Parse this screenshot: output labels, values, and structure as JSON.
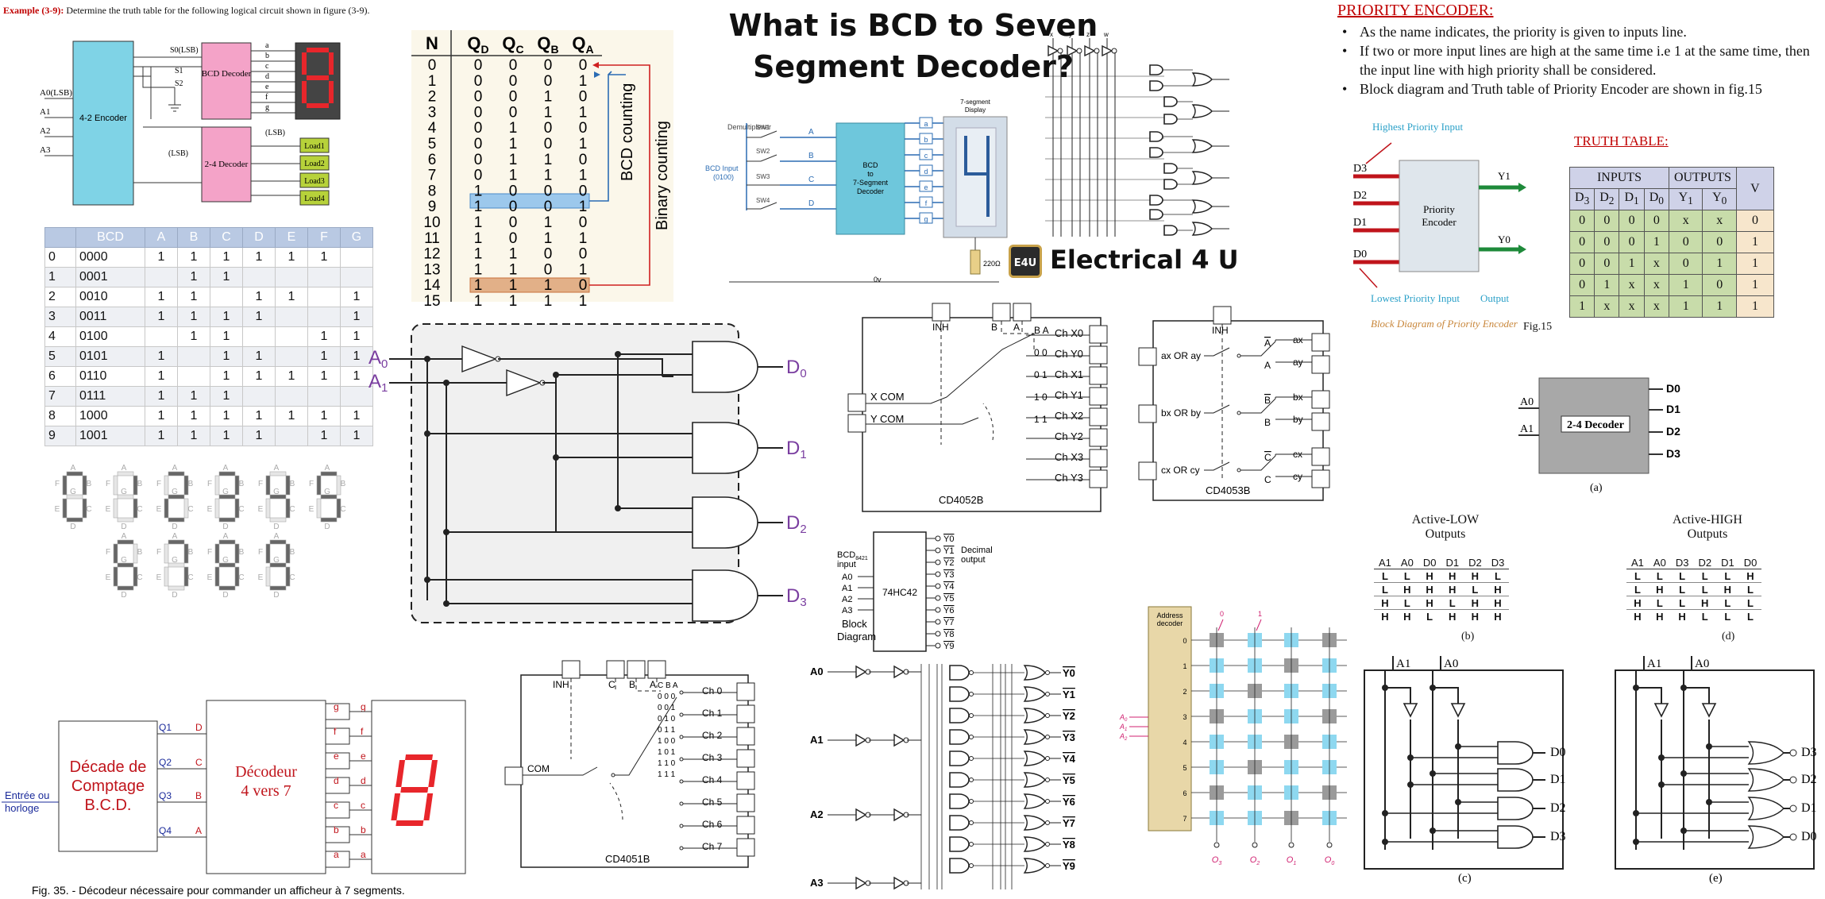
{
  "example": {
    "label": "Example (3-9):",
    "text": "Determine the truth table for the following logical circuit shown in figure (3-9).",
    "encoder_label": "4-2 Encoder",
    "inputs": [
      "A0(LSB)",
      "A1",
      "A2",
      "A3"
    ],
    "s_labels": [
      "S0(LSB)",
      "S1",
      "S2"
    ],
    "bcd_decoder": "BCD Decoder",
    "decoder24": "2-4 Decoder",
    "lsb": "(LSB)",
    "lsb2": "(LSB)",
    "seg_letters": [
      "a",
      "b",
      "c",
      "d",
      "e",
      "f",
      "g"
    ],
    "loads": [
      "Load1",
      "Load2",
      "Load3",
      "Load4"
    ]
  },
  "bcd_table": {
    "headers": [
      "",
      "BCD",
      "A",
      "B",
      "C",
      "D",
      "E",
      "F",
      "G"
    ],
    "rows": [
      [
        "0",
        "0000",
        "1",
        "1",
        "1",
        "1",
        "1",
        "1",
        ""
      ],
      [
        "1",
        "0001",
        "",
        "1",
        "1",
        "",
        "",
        "",
        ""
      ],
      [
        "2",
        "0010",
        "1",
        "1",
        "",
        "1",
        "1",
        "",
        "1"
      ],
      [
        "3",
        "0011",
        "1",
        "1",
        "1",
        "1",
        "",
        "",
        "1"
      ],
      [
        "4",
        "0100",
        "",
        "1",
        "1",
        "",
        "",
        "1",
        "1"
      ],
      [
        "5",
        "0101",
        "1",
        "",
        "1",
        "1",
        "",
        "1",
        "1"
      ],
      [
        "6",
        "0110",
        "1",
        "",
        "1",
        "1",
        "1",
        "1",
        "1"
      ],
      [
        "7",
        "0111",
        "1",
        "1",
        "1",
        "",
        "",
        "",
        ""
      ],
      [
        "8",
        "1000",
        "1",
        "1",
        "1",
        "1",
        "1",
        "1",
        "1"
      ],
      [
        "9",
        "1001",
        "1",
        "1",
        "1",
        "1",
        "",
        "1",
        "1"
      ]
    ],
    "digit_segment_letters": [
      "A",
      "B",
      "C",
      "D",
      "E",
      "F",
      "G"
    ]
  },
  "counting_table": {
    "headers": [
      "N",
      "QD",
      "QC",
      "QB",
      "QA"
    ],
    "rows": [
      [
        "0",
        "0",
        "0",
        "0",
        "0"
      ],
      [
        "1",
        "0",
        "0",
        "0",
        "1"
      ],
      [
        "2",
        "0",
        "0",
        "1",
        "0"
      ],
      [
        "3",
        "0",
        "0",
        "1",
        "1"
      ],
      [
        "4",
        "0",
        "1",
        "0",
        "0"
      ],
      [
        "5",
        "0",
        "1",
        "0",
        "1"
      ],
      [
        "6",
        "0",
        "1",
        "1",
        "0"
      ],
      [
        "7",
        "0",
        "1",
        "1",
        "1"
      ],
      [
        "8",
        "1",
        "0",
        "0",
        "0"
      ],
      [
        "9",
        "1",
        "0",
        "0",
        "1"
      ],
      [
        "10",
        "1",
        "0",
        "1",
        "0"
      ],
      [
        "11",
        "1",
        "0",
        "1",
        "1"
      ],
      [
        "12",
        "1",
        "1",
        "0",
        "0"
      ],
      [
        "13",
        "1",
        "1",
        "0",
        "1"
      ],
      [
        "14",
        "1",
        "1",
        "1",
        "0"
      ],
      [
        "15",
        "1",
        "1",
        "1",
        "1"
      ]
    ],
    "bcd_counting": "BCD counting",
    "binary_counting": "Binary counting"
  },
  "main_title": [
    "What is BCD to Seven",
    "Segment Decoder?"
  ],
  "bcd7": {
    "demux": "Demultiplexer",
    "switches": [
      "SW1",
      "SW2",
      "SW3",
      "SW4"
    ],
    "inputs": [
      "A",
      "B",
      "C",
      "D"
    ],
    "bcd_input": "BCD Input",
    "bcd_code": "(0100)",
    "decoder": [
      "BCD",
      "to",
      "7-Segment",
      "Decoder"
    ],
    "outputs": [
      "a",
      "b",
      "c",
      "d",
      "e",
      "f",
      "g"
    ],
    "display": [
      "7-segment",
      "Display"
    ],
    "resistor": "220Ω",
    "ground": "0v"
  },
  "logo": {
    "badge": "E4U",
    "name": "Electrical 4 U"
  },
  "gate_circuit": {
    "top_labels": [
      "x",
      "y",
      "z",
      "w"
    ]
  },
  "priority": {
    "title": "PRIORITY ENCODER:",
    "bullets": [
      "As the name indicates, the priority is given to inputs line.",
      "If two or more input lines are high at the same time i.e 1 at the same time, then the input line with high priority shall be considered.",
      "Block diagram and Truth table of Priority Encoder are shown in fig.15"
    ],
    "highest": "Highest Priority Input",
    "lowest": "Lowest Priority Input",
    "output": "Output",
    "block_caption": "Block Diagram of Priority Encoder",
    "encoder": [
      "Priority",
      "Encoder"
    ],
    "inputs": [
      "D3",
      "D2",
      "D1",
      "D0"
    ],
    "outputs": [
      "Y1",
      "Y0"
    ],
    "truth_title": "TRUTH TABLE:",
    "fig": "Fig.15",
    "group_headers": [
      "INPUTS",
      "OUTPUTS",
      "V"
    ],
    "col_headers": [
      "D3",
      "D2",
      "D1",
      "D0",
      "Y1",
      "Y0"
    ],
    "rows": [
      [
        "0",
        "0",
        "0",
        "0",
        "x",
        "x",
        "0"
      ],
      [
        "0",
        "0",
        "0",
        "1",
        "0",
        "0",
        "1"
      ],
      [
        "0",
        "0",
        "1",
        "x",
        "0",
        "1",
        "1"
      ],
      [
        "0",
        "1",
        "x",
        "x",
        "1",
        "0",
        "1"
      ],
      [
        "1",
        "x",
        "x",
        "x",
        "1",
        "1",
        "1"
      ]
    ]
  },
  "decoder_2to4": {
    "inputs": [
      "A0",
      "A1"
    ],
    "outputs": [
      "D0",
      "D1",
      "D2",
      "D3"
    ],
    "label": "2-4 Decoder",
    "caption_a": "(a)",
    "active_low": [
      "Active-LOW",
      "Outputs"
    ],
    "active_high": [
      "Active-HIGH",
      "Outputs"
    ],
    "low_headers": [
      "A1",
      "A0",
      "D0",
      "D1",
      "D2",
      "D3"
    ],
    "low_rows": [
      [
        "L",
        "L",
        "H",
        "H",
        "H",
        "L"
      ],
      [
        "L",
        "H",
        "H",
        "H",
        "L",
        "H"
      ],
      [
        "H",
        "L",
        "H",
        "L",
        "H",
        "H"
      ],
      [
        "H",
        "H",
        "L",
        "H",
        "H",
        "H"
      ]
    ],
    "high_headers": [
      "A1",
      "A0",
      "D3",
      "D2",
      "D1",
      "D0"
    ],
    "high_rows": [
      [
        "L",
        "L",
        "L",
        "L",
        "L",
        "H"
      ],
      [
        "L",
        "H",
        "L",
        "L",
        "H",
        "L"
      ],
      [
        "H",
        "L",
        "L",
        "H",
        "L",
        "L"
      ],
      [
        "H",
        "H",
        "H",
        "L",
        "L",
        "L"
      ]
    ],
    "caption_b": "(b)",
    "caption_c": "(c)",
    "caption_d": "(d)",
    "caption_e": "(e)",
    "c_outputs": [
      "D0",
      "D1",
      "D2",
      "D3"
    ],
    "e_outputs": [
      "D3",
      "D2",
      "D1",
      "D0"
    ]
  },
  "and_decoder": {
    "inputs": [
      "A0",
      "A1"
    ],
    "outputs": [
      "D0",
      "D1",
      "D2",
      "D3"
    ]
  },
  "cd4052": {
    "title": "CD4052B",
    "inh": "INH",
    "sel": [
      "B",
      "A"
    ],
    "commons": [
      "X COM",
      "Y COM"
    ],
    "channels": [
      "Ch X0",
      "Ch Y0",
      "Ch X1",
      "Ch Y1",
      "Ch X2",
      "Ch Y2",
      "Ch X3",
      "Ch Y3"
    ],
    "codes": [
      "B A",
      "0 0",
      "0 1",
      "1 0",
      "1 1"
    ]
  },
  "cd4053": {
    "title": "CD4053B",
    "inh": "INH",
    "commons": [
      "ax OR ay",
      "bx OR by",
      "cx OR cy"
    ],
    "outputs": [
      "ax",
      "ay",
      "bx",
      "by",
      "cx",
      "cy"
    ],
    "selects": [
      "A",
      "A",
      "B",
      "B",
      "C",
      "C"
    ]
  },
  "hc42": {
    "chip": "74HC42",
    "bcd_input": [
      "BCD",
      "input"
    ],
    "bcd_sub": "8421",
    "inputs": [
      "A0",
      "A1",
      "A2",
      "A3"
    ],
    "outputs": [
      "Y0",
      "Y1",
      "Y2",
      "Y3",
      "Y4",
      "Y5",
      "Y6",
      "Y7",
      "Y8",
      "Y9"
    ],
    "decimal": [
      "Decimal",
      "output"
    ],
    "block": [
      "Block",
      "Diagram"
    ]
  },
  "address": {
    "label": [
      "Address",
      "decoder"
    ],
    "rows": [
      "0",
      "1",
      "2",
      "3",
      "4",
      "5",
      "6",
      "7"
    ],
    "inputs": [
      "A0",
      "A1",
      "A2"
    ],
    "outputs": [
      "O3",
      "O2",
      "O1",
      "O0"
    ],
    "top": [
      "0",
      "1"
    ]
  },
  "cd4051": {
    "title": "CD4051B",
    "inh": "INH",
    "sel": [
      "C",
      "B",
      "A"
    ],
    "com": "COM",
    "channels": [
      "Ch 0",
      "Ch 1",
      "Ch 2",
      "Ch 3",
      "Ch 4",
      "Ch 5",
      "Ch 6",
      "Ch 7"
    ],
    "codes": [
      "C B A",
      "0 0 0",
      "0 0 1",
      "0 1 0",
      "0 1 1",
      "1 0 0",
      "1 0 1",
      "1 1 0",
      "1 1 1"
    ]
  },
  "french": {
    "input": [
      "Entrée ou",
      "horloge"
    ],
    "counter": [
      "Décade de",
      "Comptage",
      "B.C.D."
    ],
    "q_labels": [
      "Q1",
      "Q2",
      "Q3",
      "Q4"
    ],
    "dcba": [
      "D",
      "C",
      "B",
      "A"
    ],
    "decoder": [
      "Décodeur",
      "4 vers 7"
    ],
    "segs": [
      "g",
      "f",
      "e",
      "d",
      "c",
      "b",
      "a"
    ],
    "caption": "Fig. 35. - Décodeur nécessaire pour commander un afficheur à 7 segments."
  },
  "colors": {
    "encoder_blue": "#7fd3e6",
    "decoder_pink": "#f4a3c8",
    "load_green": "#b7d23a",
    "segment_red": "#e8262b",
    "priority_green": "#1e8a3a",
    "priority_red": "#c0141b",
    "purple": "#7a3ea0",
    "cyan_cell": "#8ed8f0"
  }
}
